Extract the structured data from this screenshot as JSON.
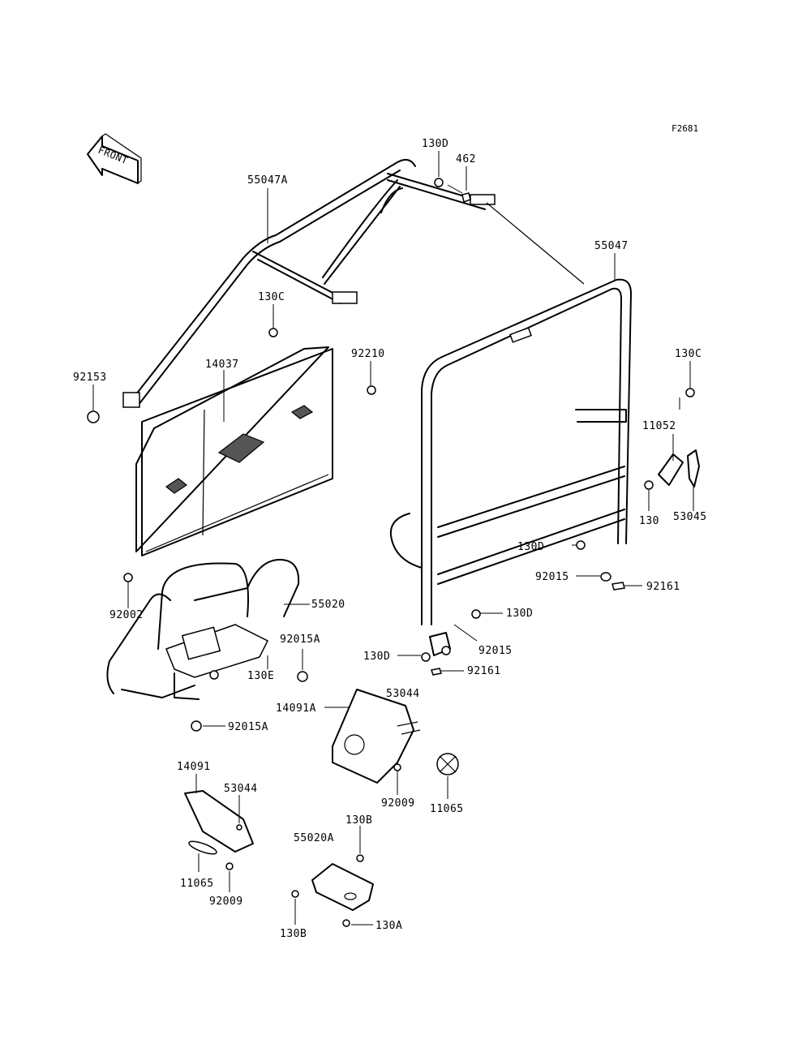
{
  "figure_code": "F2681",
  "front_arrow_text": "FRONT",
  "labels": {
    "p55047A": "55047A",
    "p130D_top": "130D",
    "p462": "462",
    "p55047": "55047",
    "p130C_mid": "130C",
    "p92210": "92210",
    "p14037": "14037",
    "p92153": "92153",
    "p130C_right": "130C",
    "p11052": "11052",
    "p130": "130",
    "p53045": "53045",
    "p130D_r1": "130D",
    "p92015_r1": "92015",
    "p92161_r1": "92161",
    "p130D_r2": "130D",
    "p92015_r2": "92015",
    "p130D_r3": "130D",
    "p92161_r2": "92161",
    "p92002": "92002",
    "p55020": "55020",
    "p92015A_1": "92015A",
    "p130E": "130E",
    "p92015A_2": "92015A",
    "p14091A": "14091A",
    "p53044_1": "53044",
    "p92009_1": "92009",
    "p11065_1": "11065",
    "p14091": "14091",
    "p53044_2": "53044",
    "p11065_2": "11065",
    "p92009_2": "92009",
    "p130B_1": "130B",
    "p55020A": "55020A",
    "p130B_2": "130B",
    "p130A": "130A"
  }
}
